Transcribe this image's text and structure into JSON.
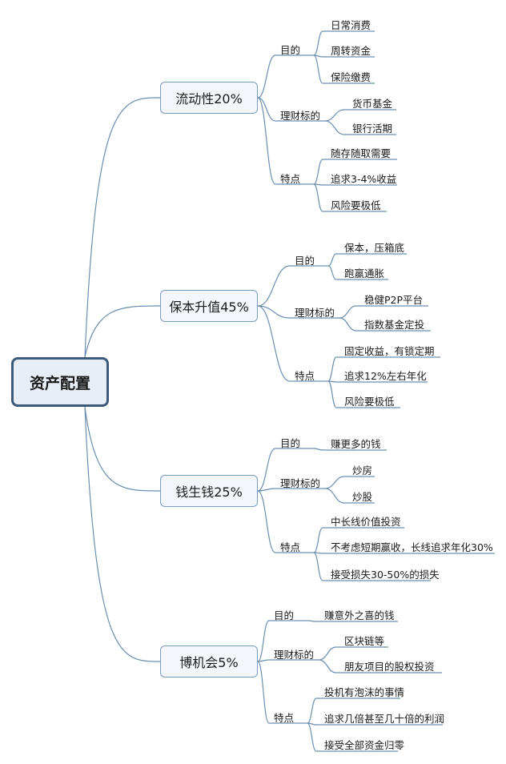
{
  "root": {
    "label": "资产配置"
  },
  "branches": [
    {
      "label": "流动性20%",
      "groups": [
        {
          "label": "目的",
          "items": [
            "日常消费",
            "周转资金",
            "保险缴费"
          ]
        },
        {
          "label": "理财标的",
          "items": [
            "货币基金",
            "银行活期"
          ]
        },
        {
          "label": "特点",
          "items": [
            "随存随取需要",
            "追求3-4%收益",
            "风险要极低"
          ]
        }
      ]
    },
    {
      "label": "保本升值45%",
      "groups": [
        {
          "label": "目的",
          "items": [
            "保本，压箱底",
            "跑赢通胀"
          ]
        },
        {
          "label": "理财标的",
          "items": [
            "稳健P2P平台",
            "指数基金定投"
          ]
        },
        {
          "label": "特点",
          "items": [
            "固定收益，有锁定期",
            "追求12%左右年化",
            "风险要极低"
          ]
        }
      ]
    },
    {
      "label": "钱生钱25%",
      "groups": [
        {
          "label": "目的",
          "items": [
            "赚更多的钱"
          ]
        },
        {
          "label": "理财标的",
          "items": [
            "炒房",
            "炒股"
          ]
        },
        {
          "label": "特点",
          "items": [
            "中长线价值投资",
            "不考虑短期赢收，长线追求年化30%",
            "接受损失30-50%的损失"
          ]
        }
      ]
    },
    {
      "label": "博机会5%",
      "groups": [
        {
          "label": "目的",
          "items": [
            "赚意外之喜的钱"
          ]
        },
        {
          "label": "理财标的",
          "items": [
            "区块链等",
            "朋友项目的股权投资"
          ]
        },
        {
          "label": "特点",
          "items": [
            "投机有泡沫的事情",
            "追求几倍甚至几十倍的利润",
            "接受全部资金归零"
          ]
        }
      ]
    }
  ]
}
